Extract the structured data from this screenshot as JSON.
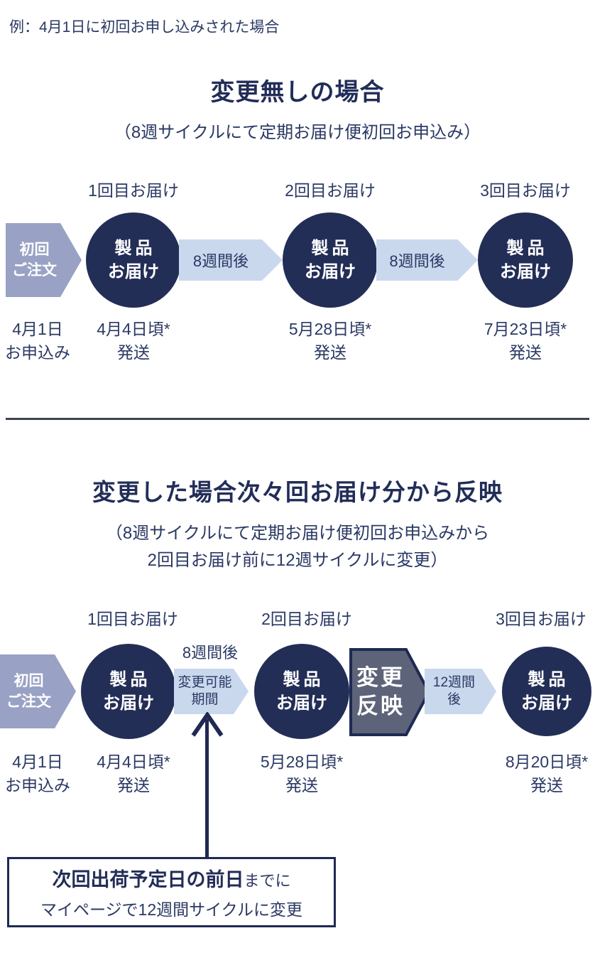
{
  "colors": {
    "navy": "#1f2a53",
    "circle_fill": "#232e57",
    "text": "#2b3964",
    "start_pentagon": "#99a2c4",
    "arrow_blue": "#c9d8ed",
    "reflect_fill": "#5d6378",
    "divider": "#3e4452"
  },
  "example_note": "例：4月1日に初回お申し込みされた場合",
  "section1": {
    "title": "変更無しの場合",
    "subtitle": "（8週サイクルにて定期お届け便初回お申込み）",
    "start_badge": {
      "line1": "初回",
      "line2": "ご注文"
    },
    "start_date": {
      "line1": "4月1日",
      "line2": "お申込み"
    },
    "arrow1": "8週間後",
    "arrow2": "8週間後",
    "steps": [
      {
        "label": "1回目お届け",
        "circle_line1": "製品",
        "circle_line2": "お届け",
        "date_line1": "4月4日頃*",
        "date_line2": "発送"
      },
      {
        "label": "2回目お届け",
        "circle_line1": "製品",
        "circle_line2": "お届け",
        "date_line1": "5月28日頃*",
        "date_line2": "発送"
      },
      {
        "label": "3回目お届け",
        "circle_line1": "製品",
        "circle_line2": "お届け",
        "date_line1": "7月23日頃*",
        "date_line2": "発送"
      }
    ]
  },
  "section2": {
    "title": "変更した場合次々回お届け分から反映",
    "subtitle_line1": "（8週サイクルにて定期お届け便初回お申込みから",
    "subtitle_line2": "2回目お届け前に12週サイクルに変更）",
    "start_badge": {
      "line1": "初回",
      "line2": "ご注文"
    },
    "start_date": {
      "line1": "4月1日",
      "line2": "お申込み"
    },
    "weeks8_label": "8週間後",
    "change_window": {
      "line1": "変更可能",
      "line2": "期間"
    },
    "reflect": {
      "line1": "変更",
      "line2": "反映"
    },
    "weeks12": {
      "line1": "12週間",
      "line2": "後"
    },
    "steps": [
      {
        "label": "1回目お届け",
        "circle_line1": "製品",
        "circle_line2": "お届け",
        "date_line1": "4月4日頃*",
        "date_line2": "発送"
      },
      {
        "label": "2回目お届け",
        "circle_line1": "製品",
        "circle_line2": "お届け",
        "date_line1": "5月28日頃*",
        "date_line2": "発送"
      },
      {
        "label": "3回目お届け",
        "circle_line1": "製品",
        "circle_line2": "お届け",
        "date_line1": "8月20日頃*",
        "date_line2": "発送"
      }
    ],
    "note_box": {
      "bold": "次回出荷予定日の前日",
      "tail": "までに",
      "line2": "マイページで12週間サイクルに変更"
    }
  }
}
